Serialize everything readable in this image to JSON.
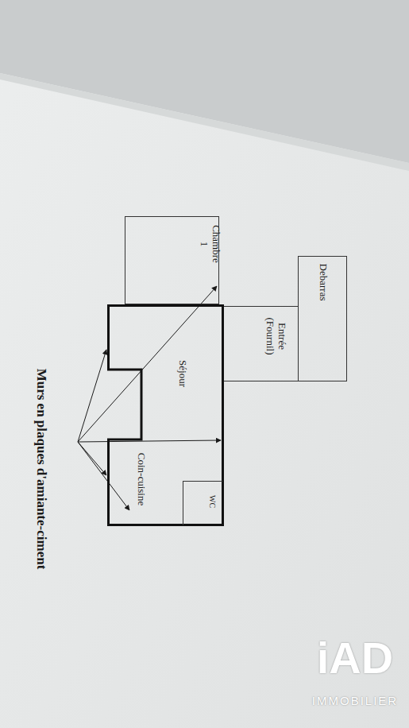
{
  "diagram": {
    "nodes": [
      {
        "text": [
          "Chambre 1"
        ]
      },
      {
        "text": [
          "Debarras"
        ]
      },
      {
        "text": [
          "Entrée (Fournil)"
        ]
      },
      {
        "text": [
          "Séjour"
        ]
      },
      {
        "text": [
          "WC"
        ],
        "in": 3
      }
    ],
    "labels": [
      "Coin-cuisine",
      "Murs en plaques d'amiante-ciment",
      "iAD",
      "IMMOBILIER"
    ]
  }
}
